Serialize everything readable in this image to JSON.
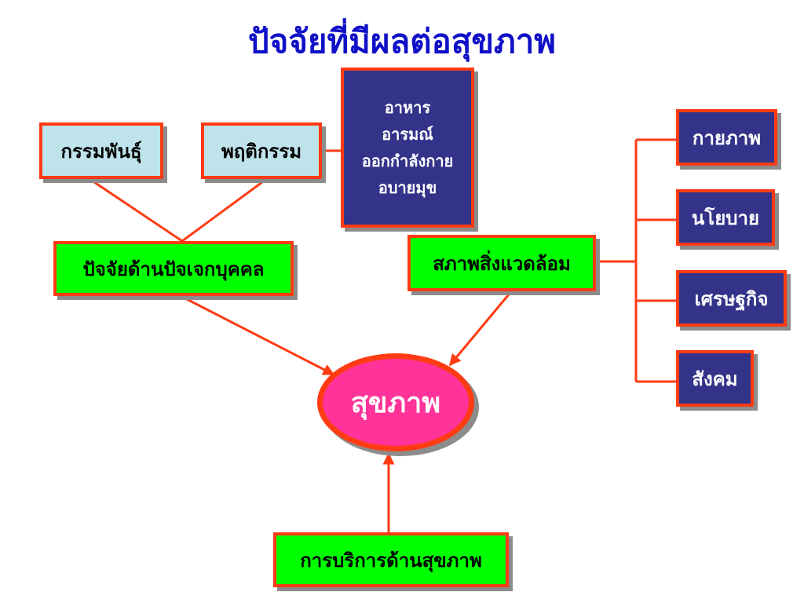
{
  "title": "ปัจจัยที่มีผลต่อสุขภาพ",
  "colors": {
    "title": "#1010c8",
    "border": "#ff3b14",
    "light_box": "#bfe3ea",
    "green_box": "#00ff00",
    "navy_box": "#33338a",
    "ellipse": "#ff3399"
  },
  "nodes": {
    "genetics": "กรรมพันธุ์",
    "behavior": "พฤติกรรม",
    "behavior_details": [
      "อาหาร",
      "อารมณ์",
      "ออกกำลังกาย",
      "อบายมุข"
    ],
    "individual_factors": "ปัจจัยด้านปัจเจกบุคคล",
    "environment": "สภาพสิ่งแวดล้อม",
    "environment_items": [
      "กายภาพ",
      "นโยบาย",
      "เศรษฐกิจ",
      "สังคม"
    ],
    "health": "สุขภาพ",
    "health_services": "การบริการด้านสุขภาพ"
  }
}
